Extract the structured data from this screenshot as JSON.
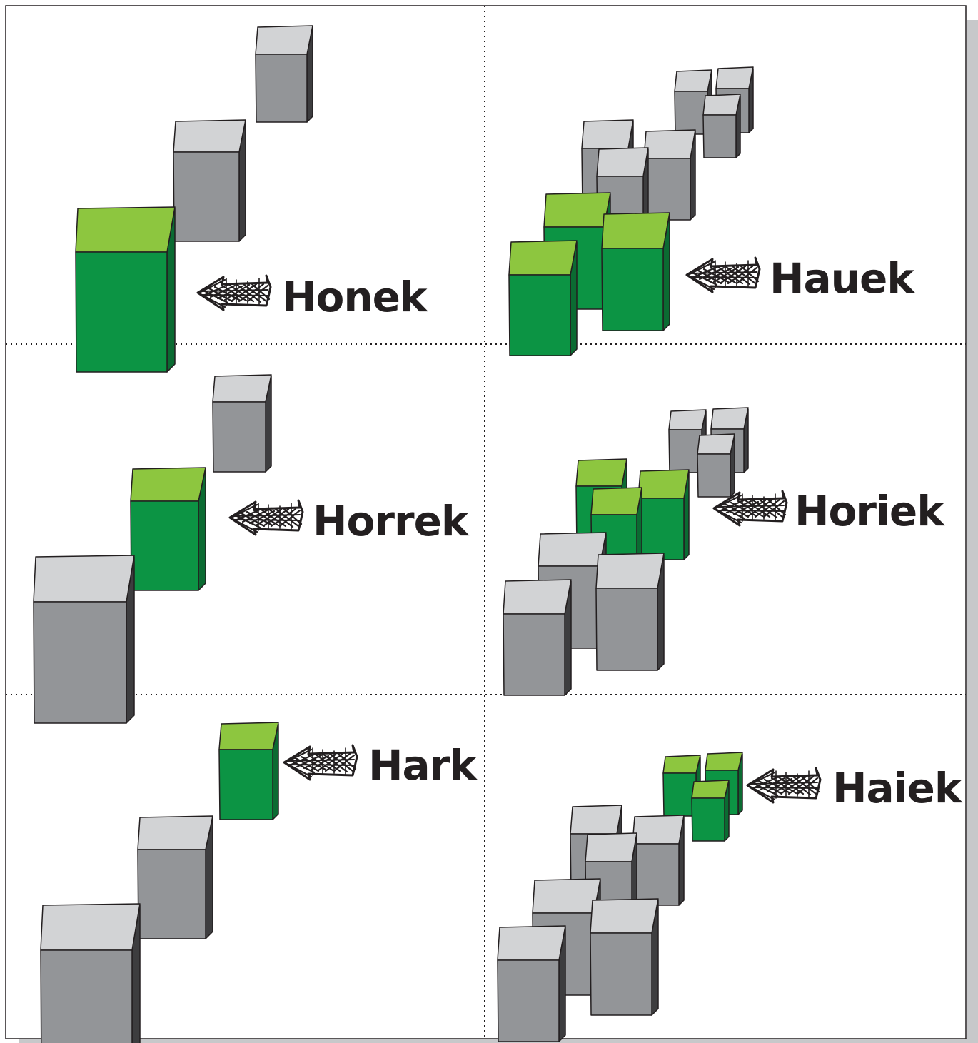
{
  "colors": {
    "gray_top": "#d2d3d5",
    "gray_front": "#939598",
    "gray_side": "#3d3d3f",
    "green_top": "#8dc63f",
    "green_front": "#0c9444",
    "green_side": "#0b6b32",
    "outline": "#231f20",
    "frame_shadow": "#c7c8ca"
  },
  "panels": [
    {
      "id": "honek",
      "label": "Honek",
      "cubes": [
        {
          "color": "gray"
        },
        {
          "color": "gray"
        },
        {
          "color": "green"
        }
      ]
    },
    {
      "id": "hauek",
      "label": "Hauek",
      "cubes": [
        {
          "color": "gray"
        },
        {
          "color": "gray"
        },
        {
          "color": "gray"
        },
        {
          "color": "gray"
        },
        {
          "color": "gray"
        },
        {
          "color": "gray"
        },
        {
          "color": "green"
        },
        {
          "color": "green"
        },
        {
          "color": "green"
        }
      ]
    },
    {
      "id": "horrek",
      "label": "Horrek",
      "cubes": [
        {
          "color": "gray"
        },
        {
          "color": "green"
        },
        {
          "color": "gray"
        }
      ]
    },
    {
      "id": "horiek",
      "label": "Horiek",
      "cubes": [
        {
          "color": "gray"
        },
        {
          "color": "gray"
        },
        {
          "color": "gray"
        },
        {
          "color": "green"
        },
        {
          "color": "green"
        },
        {
          "color": "green"
        },
        {
          "color": "gray"
        },
        {
          "color": "gray"
        },
        {
          "color": "gray"
        }
      ]
    },
    {
      "id": "hark",
      "label": "Hark",
      "cubes": [
        {
          "color": "green"
        },
        {
          "color": "gray"
        },
        {
          "color": "gray"
        }
      ]
    },
    {
      "id": "haiek",
      "label": "Haiek",
      "cubes": [
        {
          "color": "green"
        },
        {
          "color": "green"
        },
        {
          "color": "green"
        },
        {
          "color": "gray"
        },
        {
          "color": "gray"
        },
        {
          "color": "gray"
        },
        {
          "color": "gray"
        },
        {
          "color": "gray"
        },
        {
          "color": "gray"
        }
      ]
    }
  ]
}
